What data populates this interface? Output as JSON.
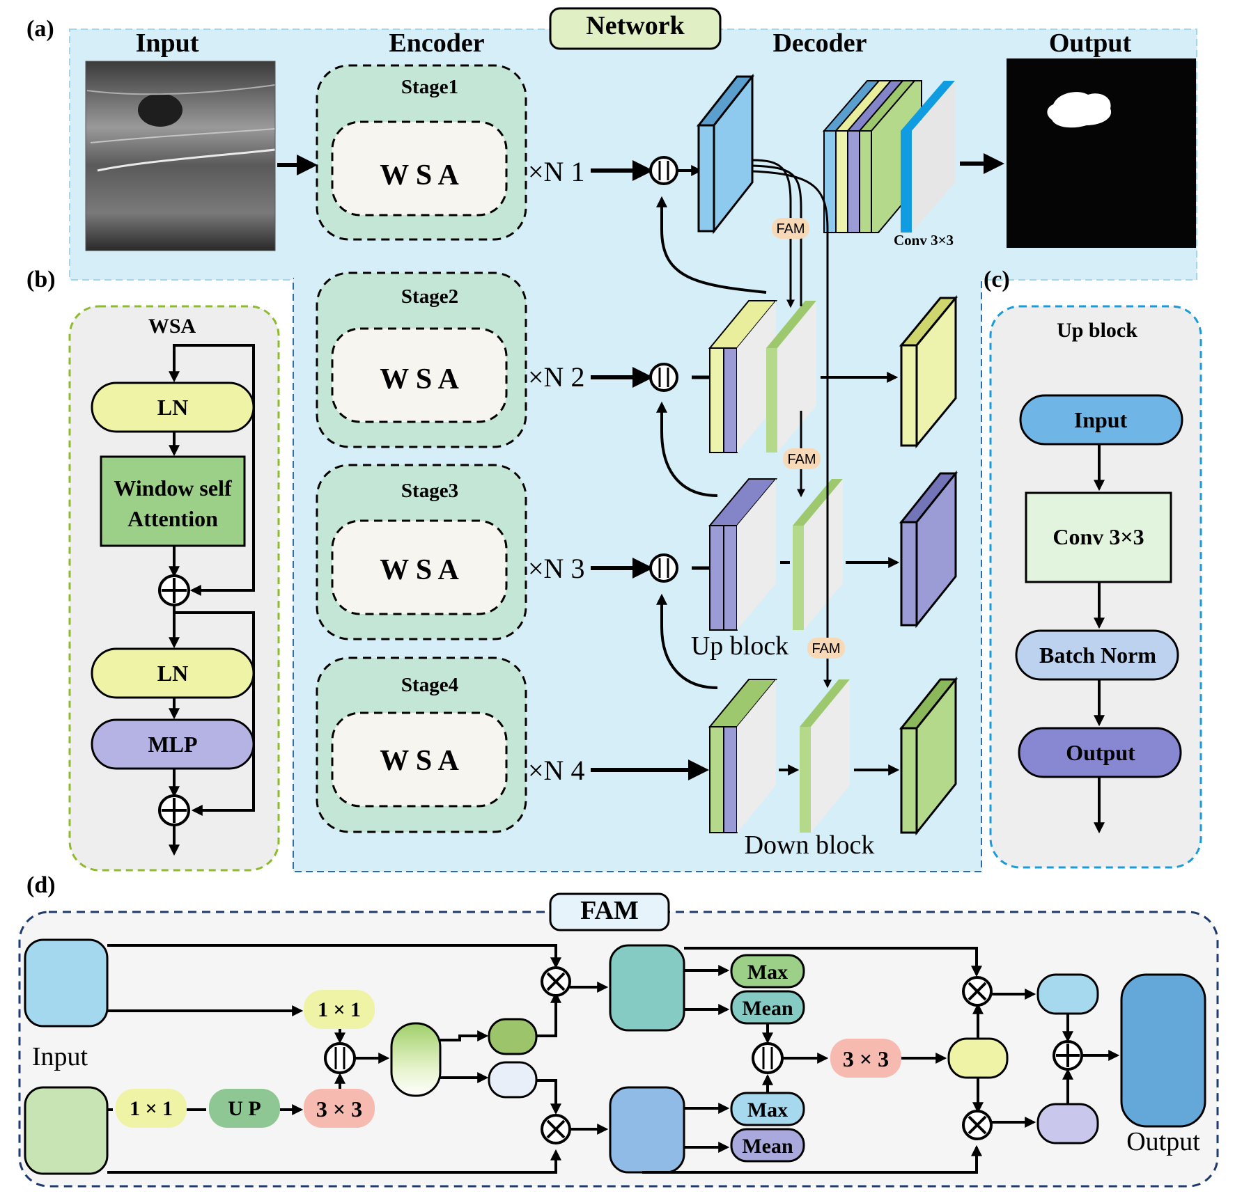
{
  "panels": {
    "a_label": "(a)",
    "b_label": "(b)",
    "c_label": "(c)",
    "d_label": "(d)"
  },
  "network": {
    "title": "Network",
    "input_label": "Input",
    "encoder_label": "Encoder",
    "decoder_label": "Decoder",
    "output_label": "Output",
    "conv_label": "Conv 3×3",
    "stages": [
      {
        "name": "Stage1",
        "block": "W S A",
        "repeat": "×N 1"
      },
      {
        "name": "Stage2",
        "block": "W S A",
        "repeat": "×N 2"
      },
      {
        "name": "Stage3",
        "block": "W S A",
        "repeat": "×N 3"
      },
      {
        "name": "Stage4",
        "block": "W S A",
        "repeat": "×N 4"
      }
    ],
    "fam_tag": "FAM",
    "up_block_label": "Up block",
    "down_block_label": "Down block"
  },
  "wsa": {
    "title": "WSA",
    "ln1": "LN",
    "attention_line1": "Window self",
    "attention_line2": "Attention",
    "ln2": "LN",
    "mlp": "MLP"
  },
  "upblock": {
    "title": "Up block",
    "input": "Input",
    "conv": "Conv 3×3",
    "bn": "Batch Norm",
    "output": "Output"
  },
  "fam": {
    "title": "FAM",
    "input_label": "Input",
    "output_label": "Output",
    "one_by_one_top": "1 × 1",
    "one_by_one_bottom": "1 × 1",
    "up": "U P",
    "three_by_three_left": "3 × 3",
    "max_top": "Max",
    "mean_top": "Mean",
    "max_bottom": "Max",
    "mean_bottom": "Mean",
    "three_by_three_right": "3 × 3"
  },
  "colors": {
    "panel_a_bg": "#d6eef7",
    "panel_d_bg": "#f5f5f5",
    "panel_b_bg": "#eeeeee",
    "stage_outer": "#c4e6d6",
    "stage_inner": "#f6f5ef",
    "ln": "#eef3a6",
    "attention": "#9ccf87",
    "mlp": "#b5b3e3",
    "up_input": "#6fb6e6",
    "up_conv": "#e3f4de",
    "up_bn": "#bcd2ee",
    "up_output": "#8888d2",
    "fam_tag": "#f7d9b8",
    "blue_feature": "#8ec9ee",
    "yellow_feature": "#edf2ac",
    "purple_feature": "#9b9bd6",
    "green_feature": "#b4d98a",
    "conv_blue": "#109ce0"
  }
}
